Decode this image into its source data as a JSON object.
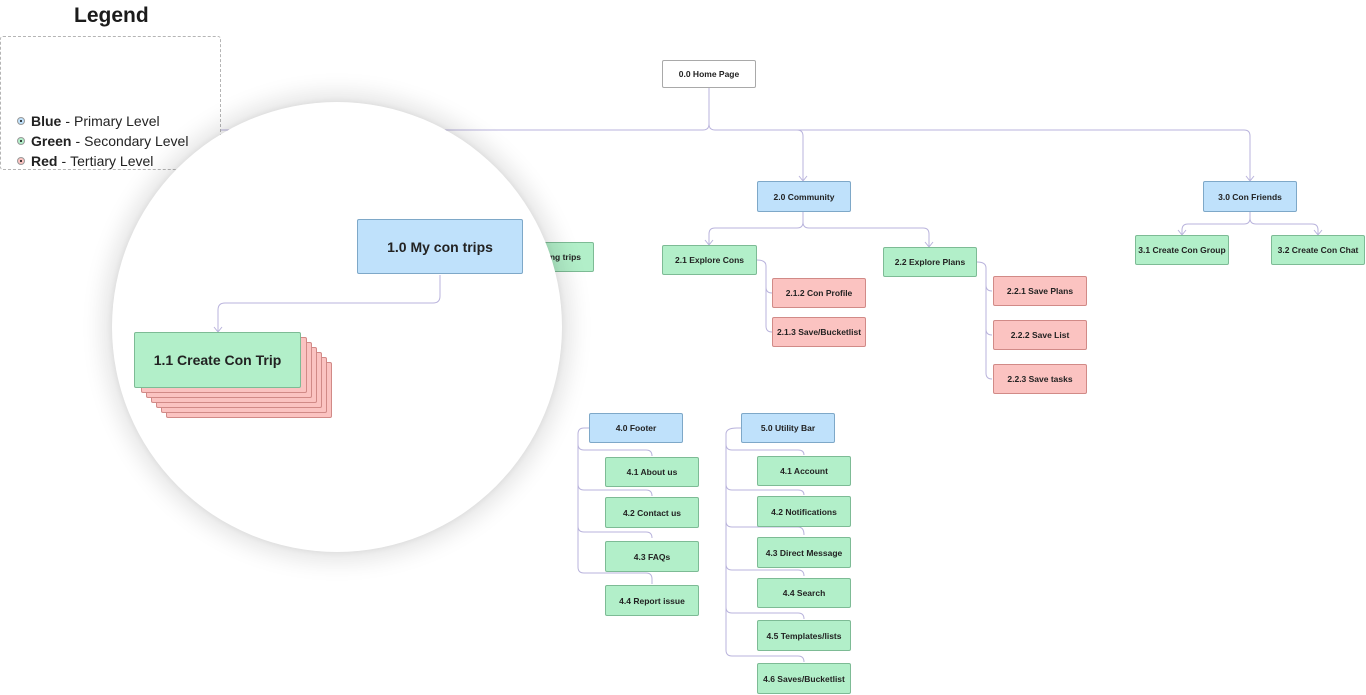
{
  "legend": {
    "title": "Legend",
    "items": [
      {
        "color_name": "Blue",
        "separator": "-",
        "level": "Primary Level",
        "color": "#bfe1fb"
      },
      {
        "color_name": "Green",
        "separator": "-",
        "level": "Secondary Level",
        "color": "#b2efc9"
      },
      {
        "color_name": "Red",
        "separator": "-",
        "level": "Tertiary Level",
        "color": "#fbc3c1"
      }
    ]
  },
  "nodes": {
    "home": "0.0 Home Page",
    "community": "2.0 Community",
    "con_friends": "3.0 Con Friends",
    "upcoming_trips_fragment": "ing trips",
    "explore_cons": "2.1 Explore Cons",
    "explore_plans": "2.2 Explore Plans",
    "create_con_group": "3.1 Create Con Group",
    "create_con_chat": "3.2 Create Con Chat",
    "con_profile": "2.1.2 Con Profile",
    "save_bucketlist": "2.1.3 Save/Bucketlist",
    "save_plans": "2.2.1 Save Plans",
    "save_list": "2.2.2 Save List",
    "save_tasks": "2.2.3 Save tasks",
    "footer": "4.0 Footer",
    "about_us": "4.1 About us",
    "contact_us": "4.2 Contact us",
    "faqs": "4.3 FAQs",
    "report_issue": "4.4 Report issue",
    "utility_bar": "5.0 Utility Bar",
    "account": "4.1 Account",
    "notifications": "4.2 Notifications",
    "direct_message": "4.3 Direct Message",
    "search": "4.4 Search",
    "templates_lists": "4.5 Templates/lists",
    "saves_bucketlist": "4.6 Saves/Bucketlist"
  },
  "magnifier": {
    "my_con_trips": "1.0 My con trips",
    "create_con_trip": "1.1 Create Con Trip"
  },
  "colors": {
    "primary": "#bfe1fb",
    "secondary": "#b2efc9",
    "tertiary": "#fbc3c1",
    "connector": "#b9b3dc"
  }
}
